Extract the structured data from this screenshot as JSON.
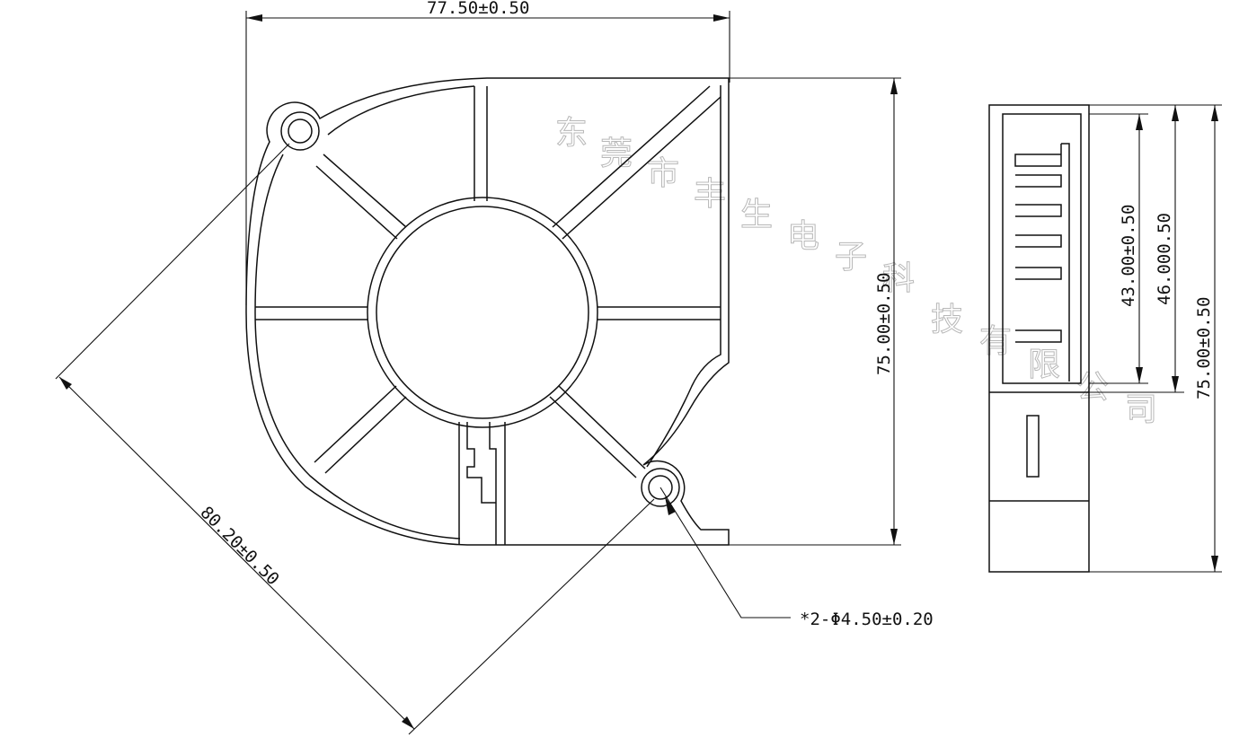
{
  "dimensions": {
    "width": "77.50±0.50",
    "height": "75.00±0.50",
    "diagonal": "80.20±0.50",
    "hole": "*2-Φ4.50±0.20",
    "side_43": "43.00±0.50",
    "side_46": "46.000.50",
    "side_75": "75.00±0.50"
  },
  "watermark": [
    "东",
    "莞",
    "市",
    "丰",
    "生",
    "电",
    "子",
    "科",
    "技",
    "有",
    "限",
    "公",
    "司"
  ]
}
